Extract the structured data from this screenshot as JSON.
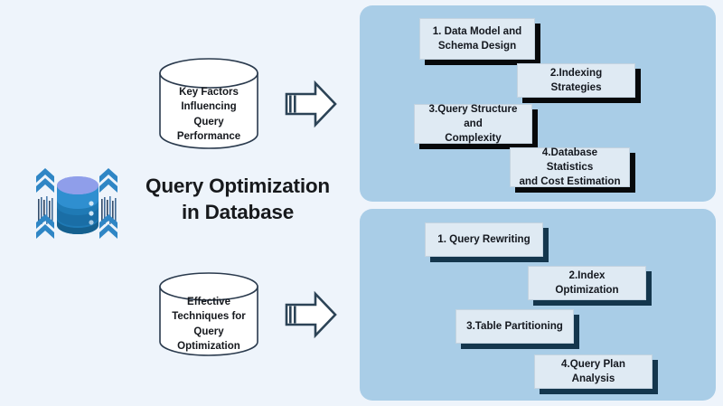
{
  "title": {
    "line1": "Query Optimization",
    "line2": "in Database",
    "icon": "database-icon"
  },
  "colors": {
    "background": "#eef4fb",
    "panel": "#a9cde7",
    "box_fill": "#dfeaf3",
    "box_border": "#c3d3e0",
    "shadow_top": "#07090b",
    "shadow_bottom": "#14364d",
    "text": "#14181f",
    "cylinder_stroke": "#2a3a4d",
    "arrow_stroke": "#2c4356"
  },
  "sources": [
    {
      "id": "key-factors",
      "icon": "cylinder-icon",
      "lines": [
        "Key Factors",
        "Influencing",
        "Query",
        "Performance"
      ],
      "arrow": "right-arrow-icon"
    },
    {
      "id": "effective-techniques",
      "icon": "cylinder-icon",
      "lines": [
        "Effective",
        "Techniques for",
        "Query",
        "Optimization"
      ],
      "arrow": "right-arrow-icon"
    }
  ],
  "panels": [
    {
      "id": "factors-panel",
      "steps": [
        {
          "num": "1.",
          "label": "Data Model and Schema Design",
          "line1": "1.    Data Model and",
          "line2": "Schema Design"
        },
        {
          "num": "2.",
          "label": "Indexing Strategies",
          "line1": "2.Indexing Strategies",
          "line2": ""
        },
        {
          "num": "3.",
          "label": "Query Structure and Complexity",
          "line1": "3.Query Structure and",
          "line2": "Complexity"
        },
        {
          "num": "4.",
          "label": "Database Statistics and Cost Estimation",
          "line1": "4.Database Statistics",
          "line2": "and Cost Estimation"
        }
      ]
    },
    {
      "id": "techniques-panel",
      "steps": [
        {
          "num": "1.",
          "label": "Query Rewriting",
          "line1": "1.    Query Rewriting",
          "line2": ""
        },
        {
          "num": "2.",
          "label": "Index Optimization",
          "line1": "2.Index Optimization",
          "line2": ""
        },
        {
          "num": "3.",
          "label": "Table Partitioning",
          "line1": "3.Table Partitioning",
          "line2": ""
        },
        {
          "num": "4.",
          "label": "Query Plan Analysis",
          "line1": "4.Query Plan Analysis",
          "line2": ""
        }
      ]
    }
  ]
}
